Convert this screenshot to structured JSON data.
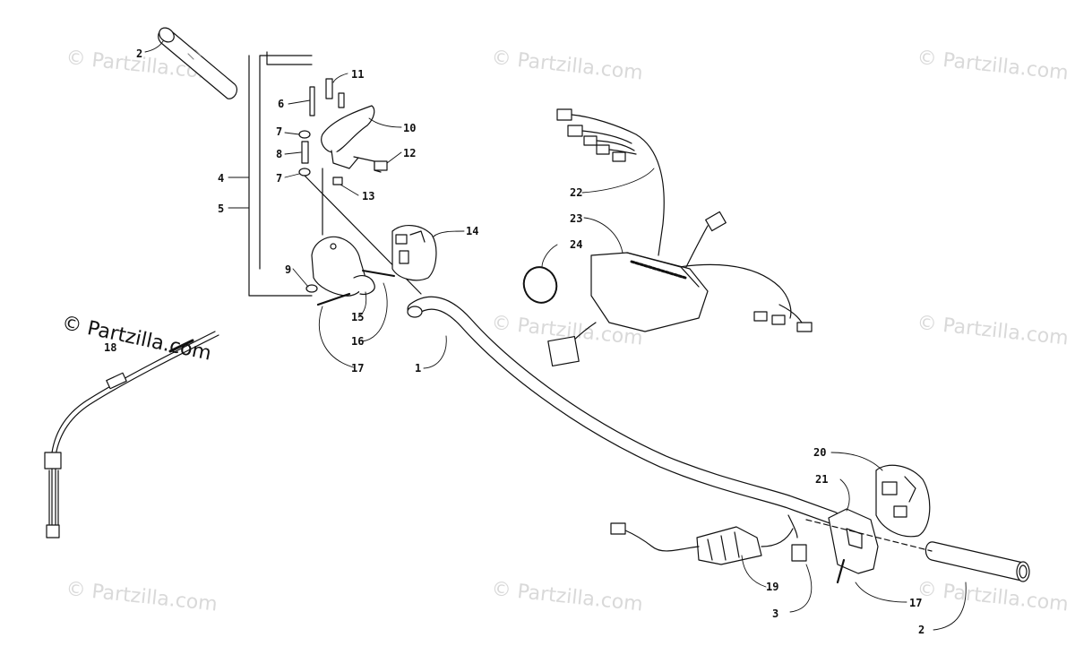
{
  "watermark": {
    "text": "© Partzilla.com",
    "dark_text": "© Partzilla.com",
    "color": "#d9d9d9"
  },
  "callouts": [
    {
      "id": "c2a",
      "label": "2"
    },
    {
      "id": "c11",
      "label": "11"
    },
    {
      "id": "c6",
      "label": "6"
    },
    {
      "id": "c10",
      "label": "10"
    },
    {
      "id": "c7a",
      "label": "7"
    },
    {
      "id": "c8",
      "label": "8"
    },
    {
      "id": "c12",
      "label": "12"
    },
    {
      "id": "c7b",
      "label": "7"
    },
    {
      "id": "c13",
      "label": "13"
    },
    {
      "id": "c4",
      "label": "4"
    },
    {
      "id": "c5",
      "label": "5"
    },
    {
      "id": "c14",
      "label": "14"
    },
    {
      "id": "c9",
      "label": "9"
    },
    {
      "id": "c15",
      "label": "15"
    },
    {
      "id": "c16",
      "label": "16"
    },
    {
      "id": "c17a",
      "label": "17"
    },
    {
      "id": "c1",
      "label": "1"
    },
    {
      "id": "c22",
      "label": "22"
    },
    {
      "id": "c23",
      "label": "23"
    },
    {
      "id": "c24",
      "label": "24"
    },
    {
      "id": "c18",
      "label": "18"
    },
    {
      "id": "c20",
      "label": "20"
    },
    {
      "id": "c21",
      "label": "21"
    },
    {
      "id": "c19",
      "label": "19"
    },
    {
      "id": "c3",
      "label": "3"
    },
    {
      "id": "c17b",
      "label": "17"
    },
    {
      "id": "c2b",
      "label": "2"
    }
  ]
}
